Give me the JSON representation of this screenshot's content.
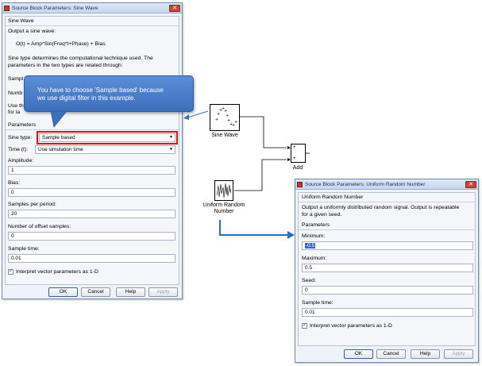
{
  "sine_dialog": {
    "title": "Source Block Parameters: Sine Wave",
    "block_name": "Sine Wave",
    "description": "Output a sine wave:",
    "formula": "O(t) = Amp*Sin(Freq*t+Phase) + Bias",
    "sine_type_note_line1": "Sine type determines the computational technique used. The",
    "sine_type_note_line2": "parameters in the two types are related through:",
    "partial_line1": "Sampl",
    "partial_line2": "Numb",
    "partial_line3": "Use th",
    "partial_line4": "for la",
    "parameters_label": "Parameters",
    "sine_type_label": "Sine type:",
    "sine_type_value": "Sample based",
    "time_label": "Time (t):",
    "time_value": "Use simulation time",
    "amplitude_label": "Amplitude:",
    "amplitude_value": "1",
    "bias_label": "Bias:",
    "bias_value": "0",
    "samples_label": "Samples per period:",
    "samples_value": "20",
    "offset_label": "Number of offset samples:",
    "offset_value": "0",
    "sample_time_label": "Sample time:",
    "sample_time_value": "0.01",
    "interpret_label": "Interpret vector parameters as 1-D",
    "ok": "OK",
    "cancel": "Cancel",
    "help": "Help",
    "apply": "Apply"
  },
  "random_dialog": {
    "title": "Source Block Parameters: Uniform Random Number",
    "block_name": "Uniform Random Number",
    "description_line1": "Output a uniformly distributed random signal.  Output is repeatable",
    "description_line2": "for a given seed.",
    "parameters_label": "Parameters",
    "minimum_label": "Minimum:",
    "minimum_value": "-0.5",
    "maximum_label": "Maximum:",
    "maximum_value": "0.5",
    "seed_label": "Seed:",
    "seed_value": "0",
    "sample_time_label": "Sample time:",
    "sample_time_value": "0.01",
    "interpret_label": "Interpret vector parameters as 1-D",
    "ok": "OK",
    "cancel": "Cancel",
    "help": "Help",
    "apply": "Apply"
  },
  "callout": {
    "line1": "You have to choose  'Sample based' because",
    "line2": "we use digital filter in this  example."
  },
  "diagram": {
    "sine_label": "Sine Wave",
    "random_label_line1": "Uniform Random",
    "random_label_line2": "Number",
    "add_label": "Add"
  },
  "colors": {
    "highlight": "#e0101a",
    "callout": "#4a7ec9",
    "arrow": "#2a6fc0"
  }
}
